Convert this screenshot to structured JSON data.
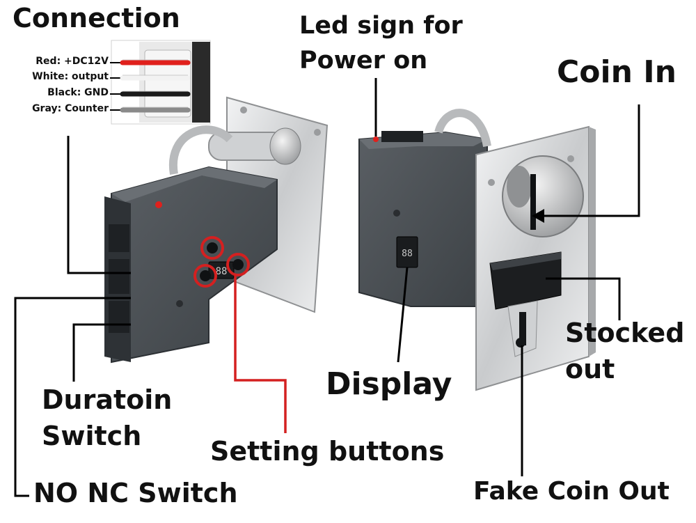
{
  "labels": {
    "connection": "Connection",
    "led_line1": "Led sign for",
    "led_line2": "Power on",
    "coin_in": "Coin In",
    "stocked_line1": "Stocked",
    "stocked_line2": "out",
    "display": "Display",
    "duration_line1": "Duratoin",
    "duration_line2": "Switch",
    "setting_buttons": "Setting buttons",
    "no_nc_switch": "NO NC Switch",
    "fake_coin_out": "Fake Coin Out"
  },
  "wiring": [
    {
      "text": "Red: +DC12V",
      "color": "#e0201c"
    },
    {
      "text": "White: output",
      "color": "#f2f2f2"
    },
    {
      "text": "Black: GND",
      "color": "#1a1a1a"
    },
    {
      "text": "Gray: Counter",
      "color": "#8a8a8a"
    }
  ],
  "colors": {
    "leader_line": "#000000",
    "setting_highlight": "#d42020",
    "housing_dark": "#4a4f54",
    "faceplate_silver": "#d4d6d8",
    "led_red": "#e0201c"
  }
}
